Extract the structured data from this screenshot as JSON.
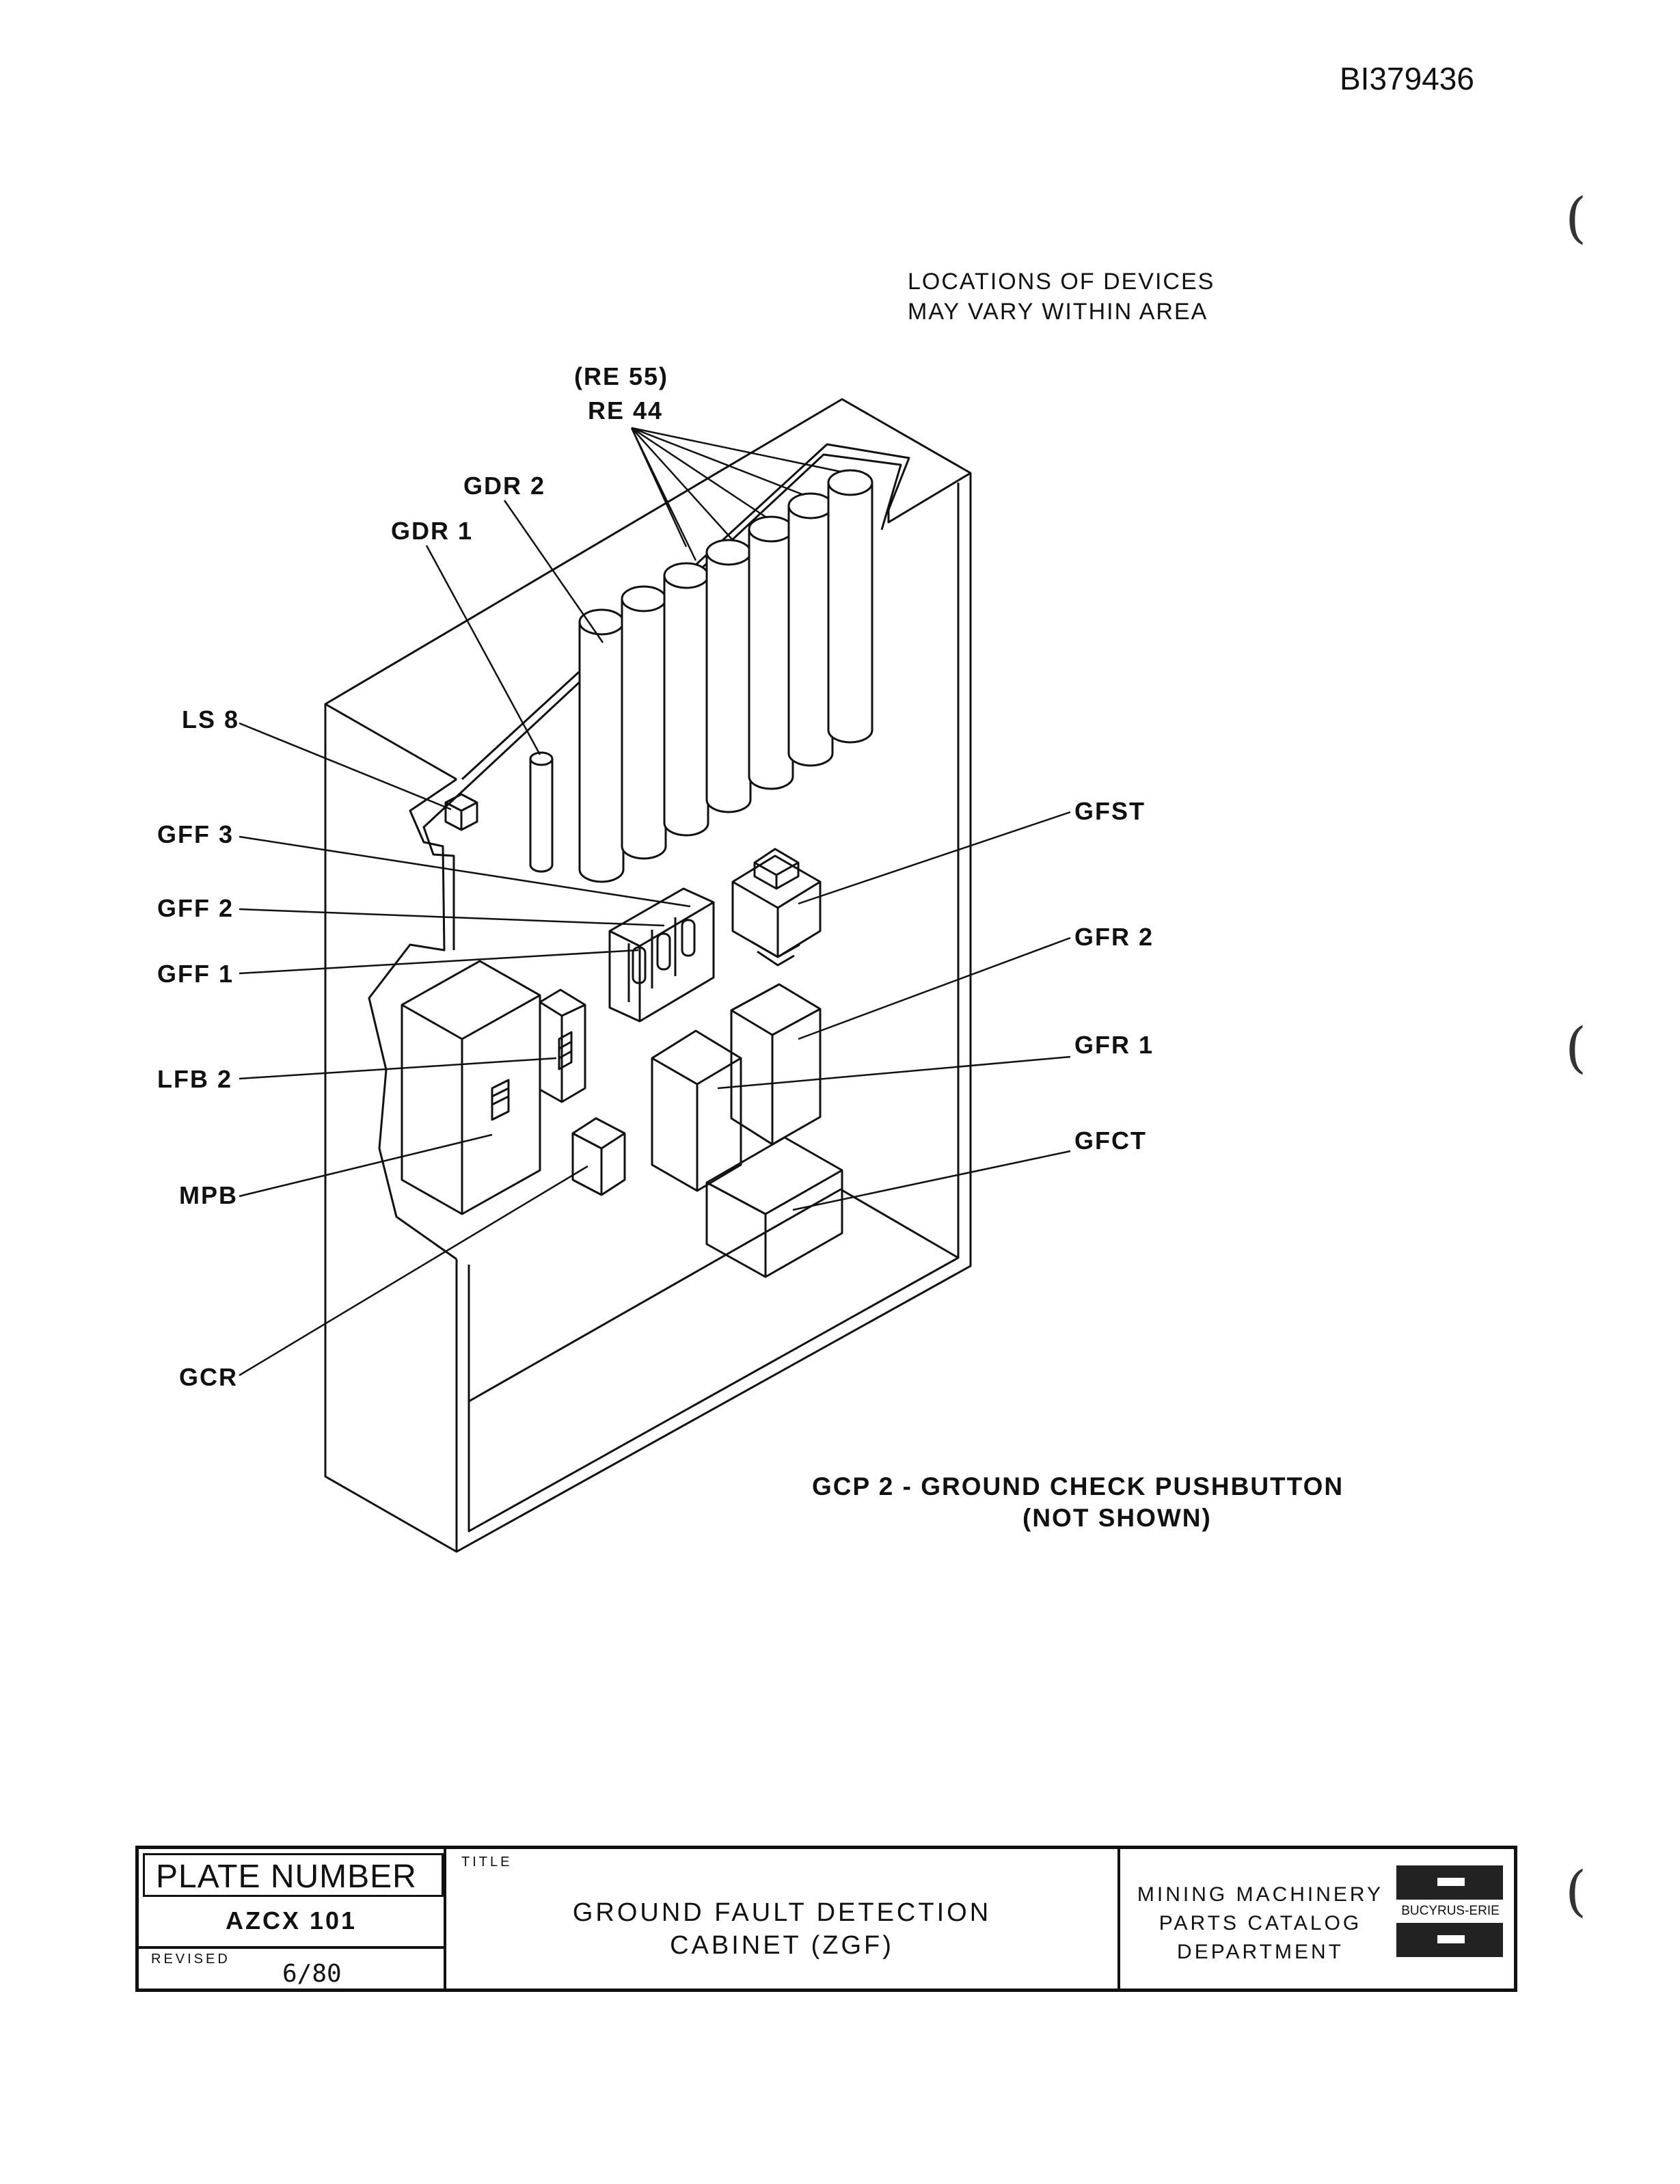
{
  "doc_id": "BI379436",
  "note": {
    "line1": "LOCATIONS OF DEVICES",
    "line2": "MAY VARY WITHIN AREA"
  },
  "labels": {
    "re55": "(RE 55)",
    "re44": "RE 44",
    "gdr2": "GDR 2",
    "gdr1": "GDR 1",
    "ls8": "LS 8",
    "gff3": "GFF 3",
    "gff2": "GFF 2",
    "gff1": "GFF 1",
    "lfb2": "LFB 2",
    "mpb": "MPB",
    "gcr": "GCR",
    "gfst": "GFST",
    "gfr2": "GFR 2",
    "gfr1": "GFR 1",
    "gfct": "GFCT"
  },
  "footnote": {
    "line1": "GCP 2 - GROUND  CHECK  PUSHBUTTON",
    "line2": "(NOT  SHOWN)"
  },
  "title_block": {
    "plate_number_label": "PLATE NUMBER",
    "plate_number": "AZCX 101",
    "revised_label": "REVISED",
    "revised": "6/80",
    "title_label": "TITLE",
    "title_line1": "GROUND  FAULT  DETECTION",
    "title_line2": "CABINET  (ZGF)",
    "dept_line1": "MINING MACHINERY",
    "dept_line2": "PARTS CATALOG",
    "dept_line3": "DEPARTMENT",
    "logo_text": "BUCYRUS-ERIE"
  }
}
